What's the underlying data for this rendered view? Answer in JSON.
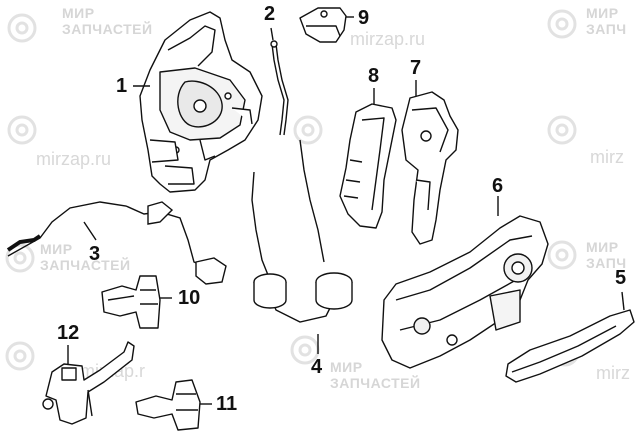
{
  "watermark": {
    "line1": "МИР",
    "line2": "ЗАПЧАСТЕЙ",
    "line2_short": "ЗАПЧ",
    "site": "mirzap.ru",
    "site_partial": "mirzap.r",
    "site_tail": "mirz"
  },
  "callouts": {
    "c1": "1",
    "c2": "2",
    "c3": "3",
    "c4": "4",
    "c5": "5",
    "c6": "6",
    "c7": "7",
    "c8": "8",
    "c9": "9",
    "c10": "10",
    "c11": "11",
    "c12": "12"
  }
}
